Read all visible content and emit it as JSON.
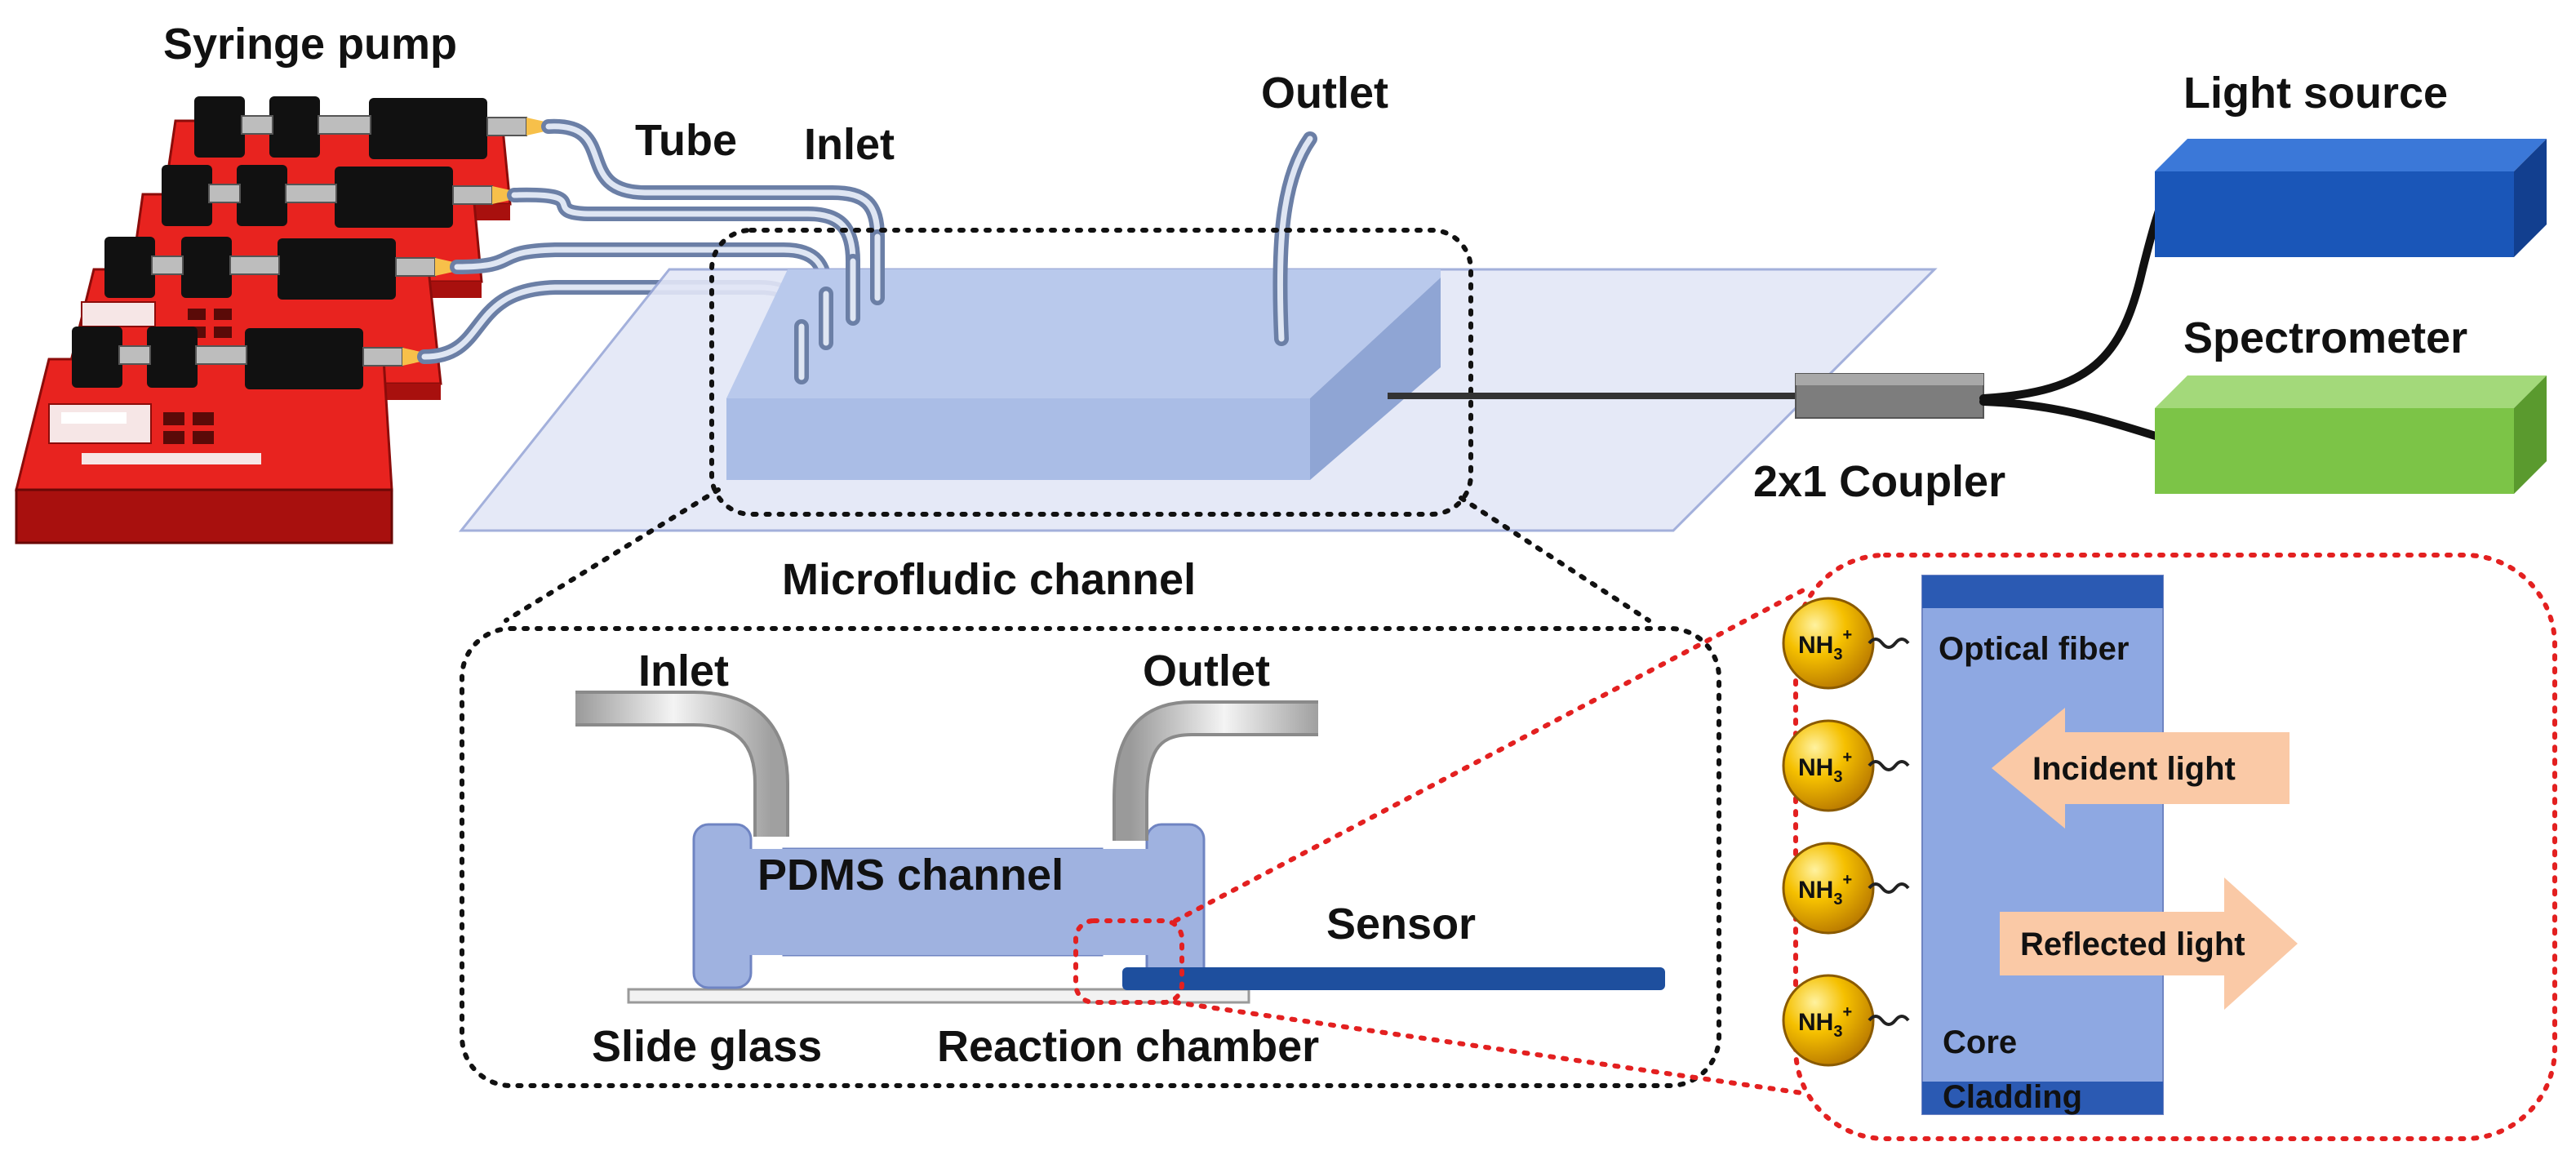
{
  "labels": {
    "syringe_pump": "Syringe pump",
    "tube": "Tube",
    "inlet_top": "Inlet",
    "outlet_top": "Outlet",
    "light_source": "Light source",
    "spectrometer": "Spectrometer",
    "coupler": "2x1 Coupler",
    "microfluidic_channel": "Microfludic channel",
    "inlet_detail": "Inlet",
    "outlet_detail": "Outlet",
    "pdms_channel": "PDMS channel",
    "sensor": "Sensor",
    "slide_glass": "Slide glass",
    "reaction_chamber": "Reaction chamber",
    "optical_fiber": "Optical fiber",
    "incident_light": "Incident light",
    "reflected_light": "Reflected light",
    "core": "Core",
    "cladding": "Cladding",
    "nh3": "NH",
    "nh3_sub": "3",
    "nh3_sup": "+"
  },
  "colors": {
    "pump_red": "#e8231f",
    "pump_dark_red": "#a8100e",
    "glass": "#dfe4f6",
    "pdms": "#aebfe6",
    "light_source": "#1a56b8",
    "spectrometer": "#7cc447",
    "fiber_core": "#8ea8e2",
    "fiber_cladding": "#2b5ab3",
    "sensor": "#1e4f9e",
    "arrow": "#fac9a6",
    "particle": "#f2b705",
    "zoom_red": "#e32020"
  },
  "icons": [
    "syringe-pump-icon",
    "tube-icon",
    "molecule-icon",
    "arrow-icon"
  ]
}
